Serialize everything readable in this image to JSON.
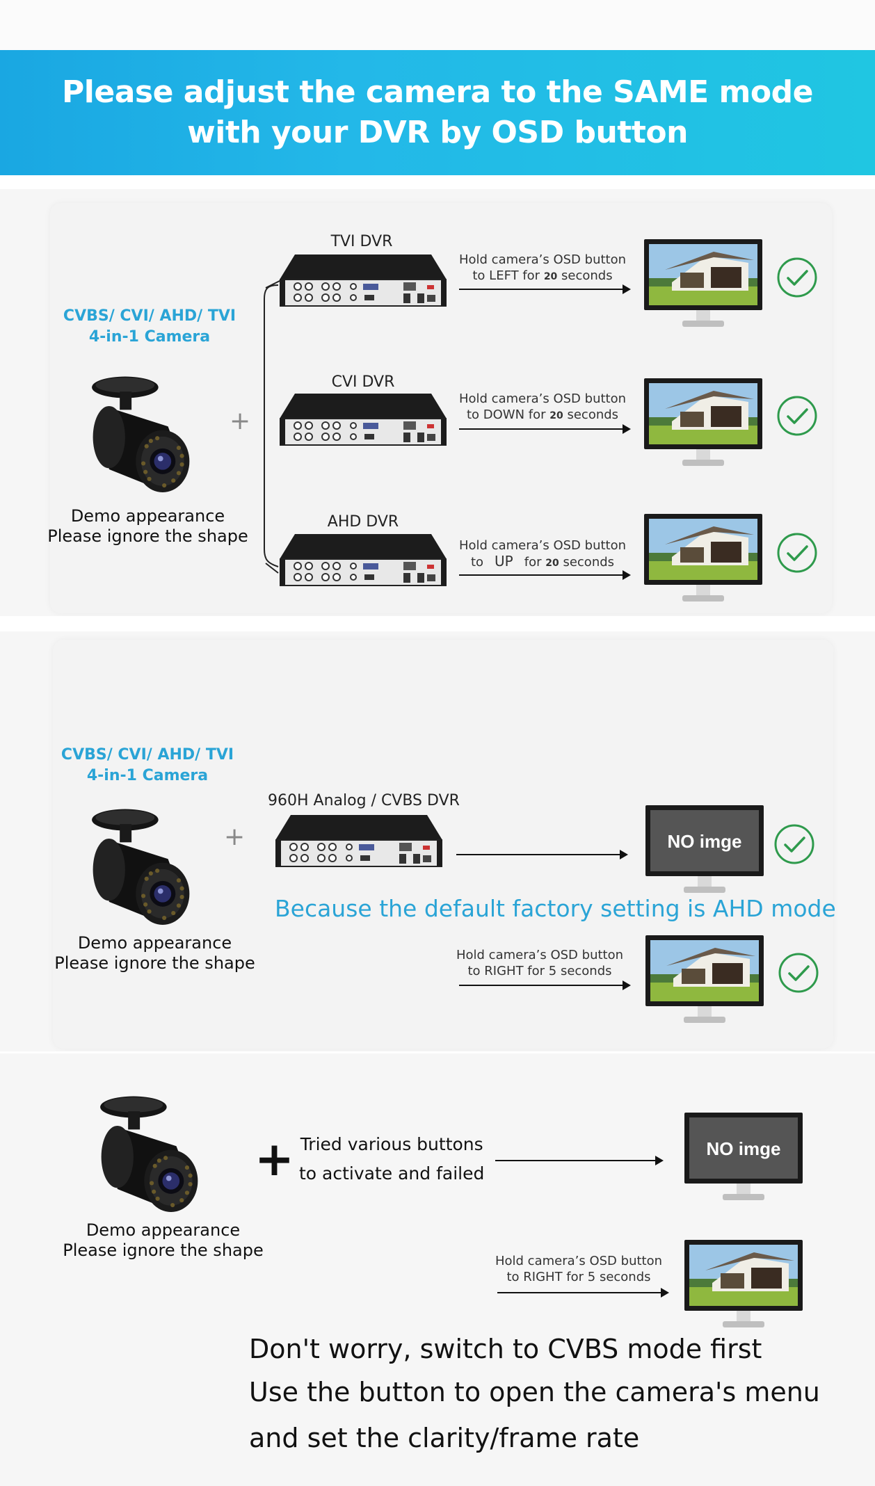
{
  "banner": {
    "line1": "Please adjust the camera to the SAME mode",
    "line2": "with your DVR by OSD button",
    "color": "#1fb3e4"
  },
  "section1": {
    "camera_title_1": "CVBS/ CVI/ AHD/ TVI",
    "camera_title_2": "4-in-1 Camera",
    "caption_1": "Demo appearance",
    "caption_2": "Please ignore the shape",
    "plus": "+",
    "rows": [
      {
        "dvr": "TVI DVR",
        "line1": "Hold camera’s OSD button",
        "pre": "to LEFT for",
        "num": "20",
        "post": "seconds"
      },
      {
        "dvr": "CVI DVR",
        "line1": "Hold camera’s OSD button",
        "pre": "to DOWN for",
        "num": "20",
        "post": "seconds"
      },
      {
        "dvr": "AHD DVR",
        "line1": "Hold camera’s OSD button",
        "pre": "to",
        "dir": "UP",
        "mid": "for",
        "num": "20",
        "post": "seconds"
      }
    ]
  },
  "section2": {
    "camera_title_1": "CVBS/ CVI/ AHD/ TVI",
    "camera_title_2": "4-in-1 Camera",
    "caption_1": "Demo appearance",
    "caption_2": "Please ignore the shape",
    "plus": "+",
    "dvr": "960H Analog / CVBS DVR",
    "no_image": "NO imge",
    "note": "Because the default factory setting is AHD mode",
    "hold_line1": "Hold camera’s OSD button",
    "hold_line2": "to RIGHT for 5 seconds"
  },
  "section3": {
    "caption_1": "Demo appearance",
    "caption_2": "Please ignore the shape",
    "plus": "+",
    "tried_1": "Tried various buttons",
    "tried_2": "to activate and failed",
    "no_image": "NO imge",
    "hold_line1": "Hold camera’s OSD button",
    "hold_line2": "to RIGHT for 5 seconds",
    "bottom_1": "Don't worry, switch to CVBS mode first",
    "bottom_2": "Use the button to open the camera's menu",
    "bottom_3": "and set the clarity/frame rate"
  },
  "colors": {
    "accent": "#2aa4d6",
    "check": "#2e9a4c"
  },
  "icons": [
    "camera-icon",
    "dvr-icon",
    "monitor-icon",
    "check-circle-icon",
    "arrow-icon"
  ]
}
